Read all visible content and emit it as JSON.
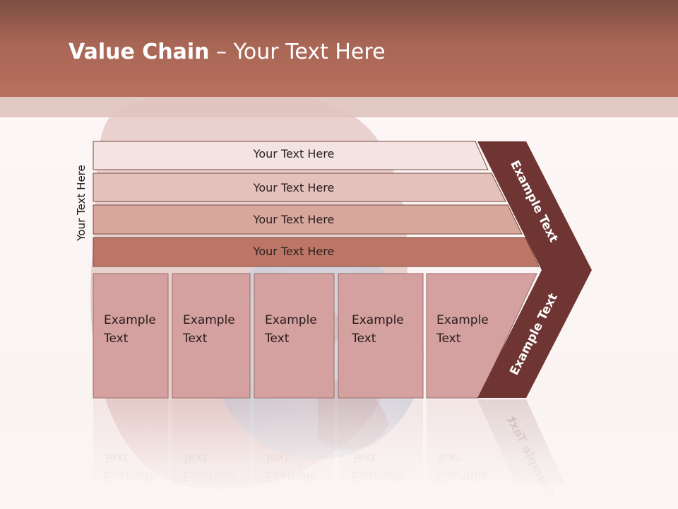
{
  "slide": {
    "title_bold": "Value Chain",
    "title_rest": " – Your Text Here",
    "side_label": "Your Text Here"
  },
  "rows": [
    {
      "label": "Your Text Here"
    },
    {
      "label": "Your Text Here"
    },
    {
      "label": "Your Text Here"
    },
    {
      "label": "Your Text Here"
    }
  ],
  "columns": [
    {
      "label": "Example\nText"
    },
    {
      "label": "Example\nText"
    },
    {
      "label": "Example\nText"
    },
    {
      "label": "Example\nText"
    },
    {
      "label": "Example\nText"
    }
  ],
  "chevron": {
    "upper_label": "Example Text",
    "lower_label": "Example Text"
  },
  "colors": {
    "header": "#a86655",
    "chevron": "#6e3533",
    "row1": "#f3e3e1",
    "row2": "#e5c1bb",
    "row3": "#d8a79c",
    "row4": "#bd7665",
    "column": "#d4a0a0"
  }
}
